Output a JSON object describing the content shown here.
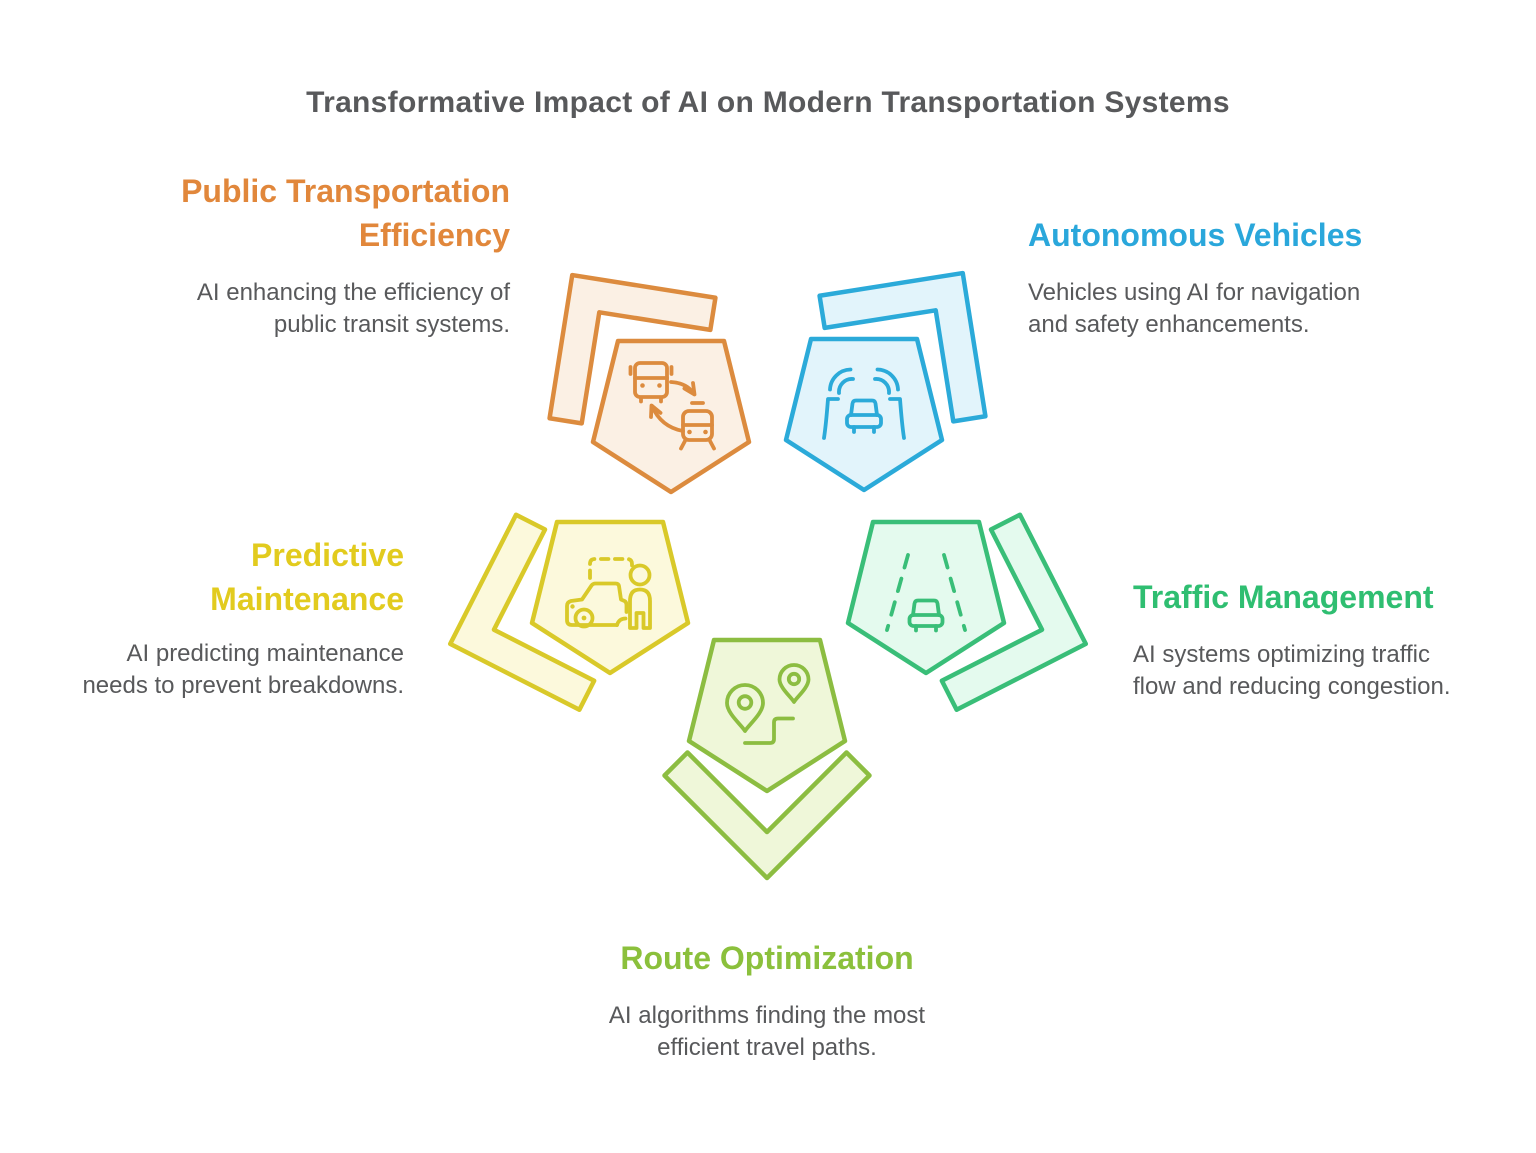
{
  "title": "Transformative Impact of AI on Modern Transportation Systems",
  "text_color": "#58595B",
  "background_color": "#FFFFFF",
  "sections": [
    {
      "id": "public-transportation-efficiency",
      "heading_lines": [
        "Public Transportation",
        "Efficiency"
      ],
      "description_lines": [
        "AI enhancing the efficiency of",
        "public transit systems."
      ],
      "icon": "bus-train-swap-icon",
      "colors": {
        "heading": "#E1873B",
        "shape_stroke": "#DC8B3E",
        "shape_fill": "#FBF0E4"
      }
    },
    {
      "id": "autonomous-vehicles",
      "heading_lines": [
        "Autonomous Vehicles"
      ],
      "description_lines": [
        "Vehicles using AI for navigation",
        "and safety enhancements."
      ],
      "icon": "autonomous-car-road-icon",
      "colors": {
        "heading": "#2AA7DB",
        "shape_stroke": "#2BAAD9",
        "shape_fill": "#E2F4FB"
      }
    },
    {
      "id": "predictive-maintenance",
      "heading_lines": [
        "Predictive",
        "Maintenance"
      ],
      "description_lines": [
        "AI predicting maintenance",
        "needs to prevent breakdowns."
      ],
      "icon": "car-person-checklist-icon",
      "colors": {
        "heading": "#E2CB1E",
        "shape_stroke": "#D9C929",
        "shape_fill": "#FCF9DC"
      }
    },
    {
      "id": "traffic-management",
      "heading_lines": [
        "Traffic Management"
      ],
      "description_lines": [
        "AI systems optimizing traffic",
        "flow and reducing congestion."
      ],
      "icon": "road-lanes-car-icon",
      "colors": {
        "heading": "#2FBE71",
        "shape_stroke": "#39BE78",
        "shape_fill": "#E4FAEE"
      }
    },
    {
      "id": "route-optimization",
      "heading_lines": [
        "Route Optimization"
      ],
      "description_lines": [
        "AI algorithms finding the most",
        "efficient travel paths."
      ],
      "icon": "map-pins-route-icon",
      "colors": {
        "heading": "#8BC03C",
        "shape_stroke": "#8CBD41",
        "shape_fill": "#EFF7D9"
      }
    }
  ]
}
